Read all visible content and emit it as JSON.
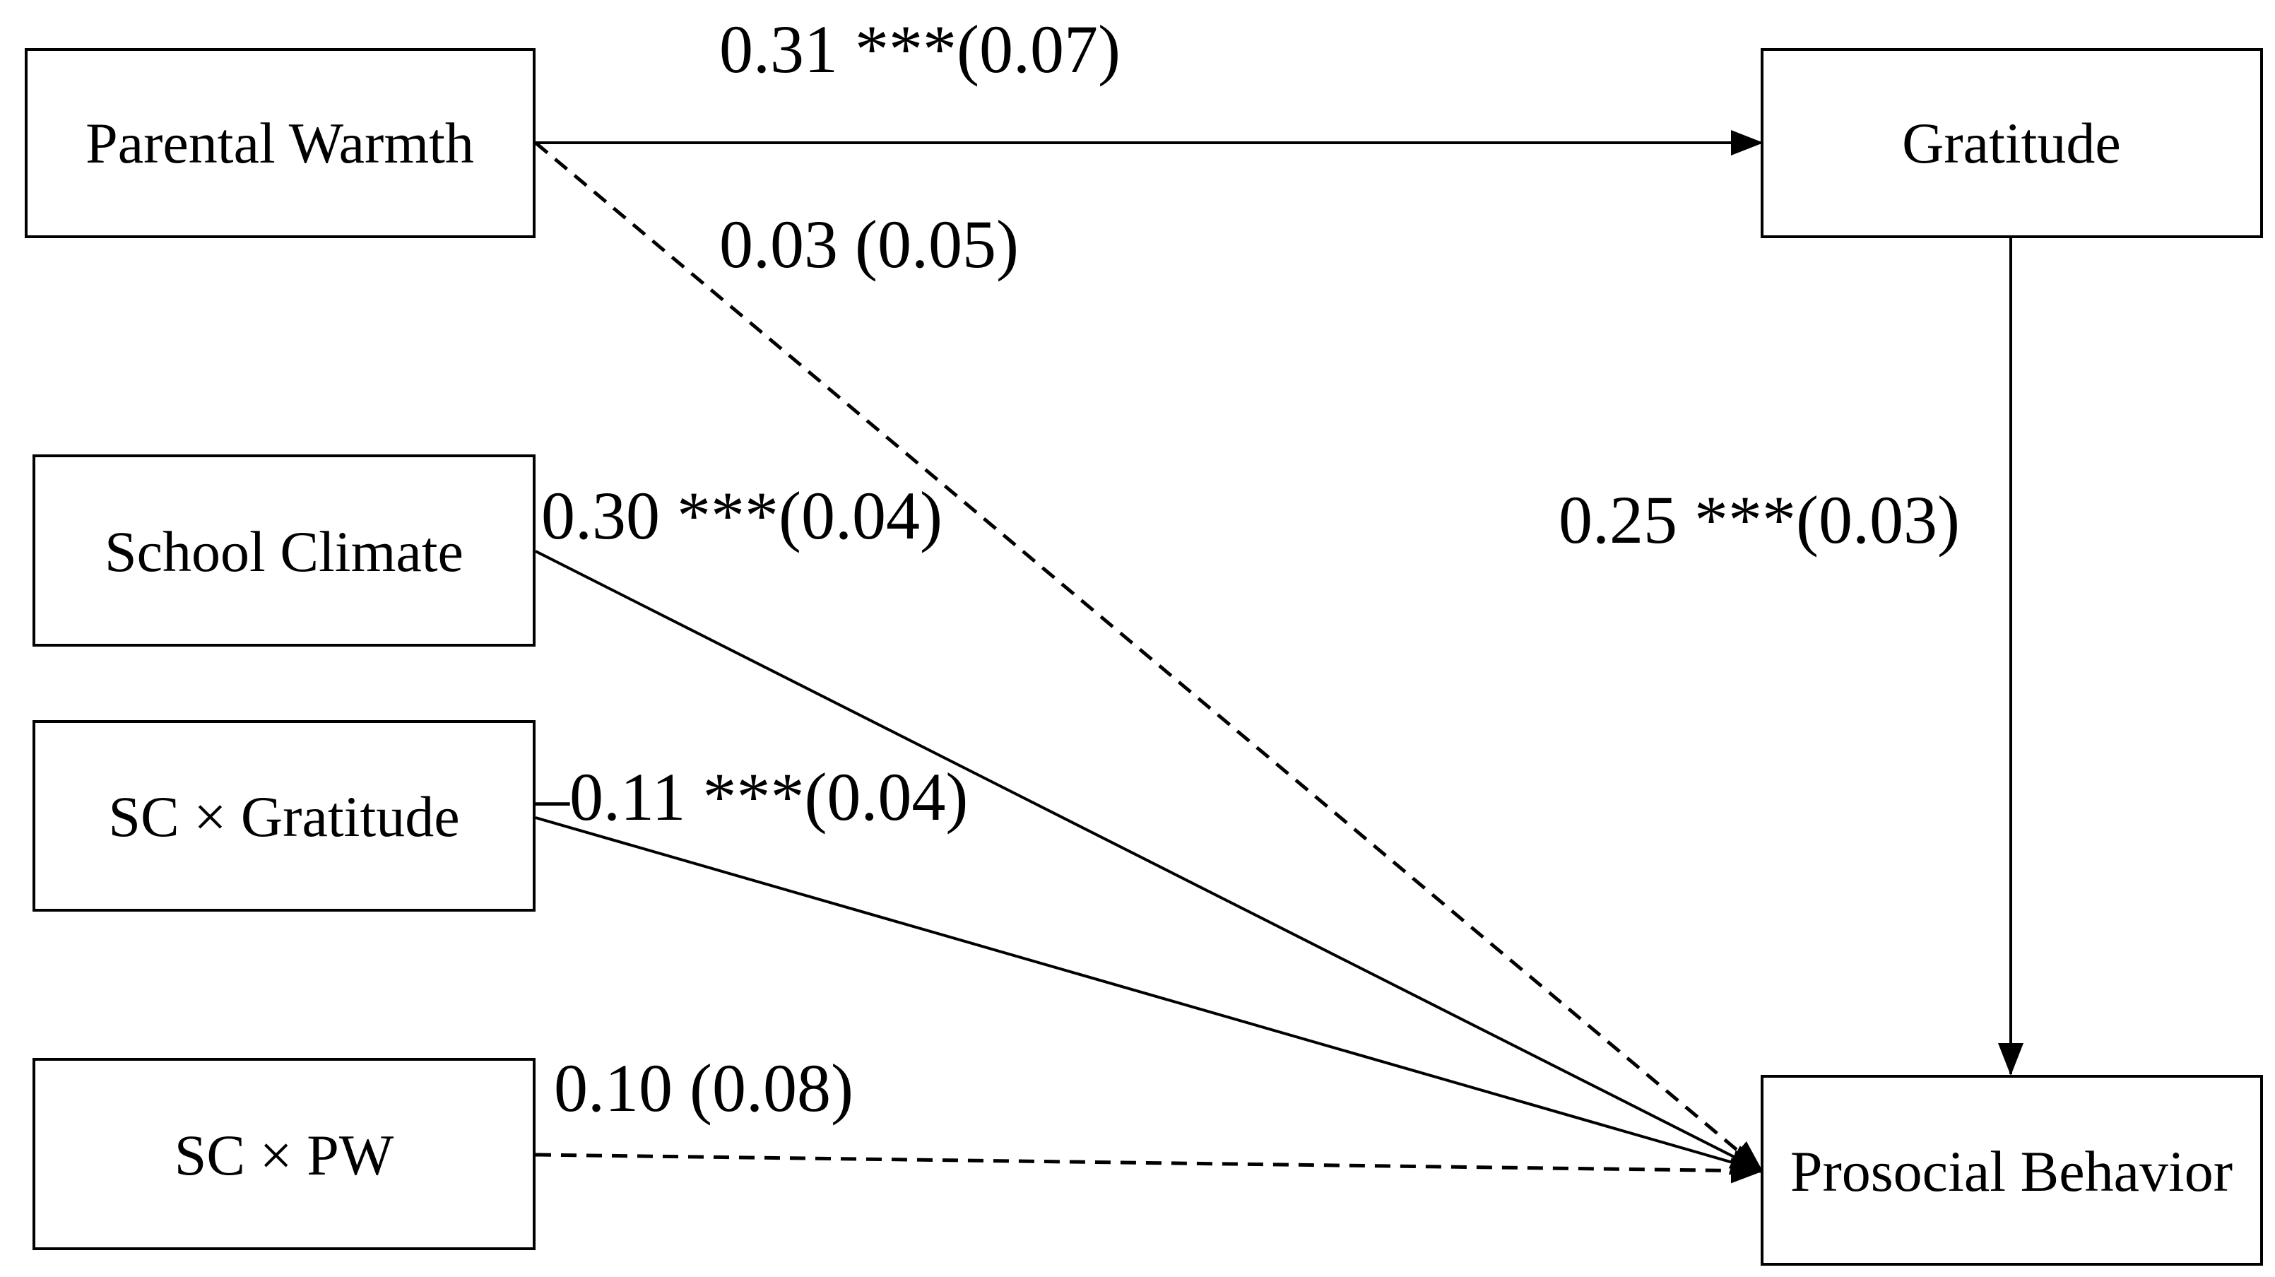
{
  "nodes": {
    "parental_warmth": "Parental Warmth",
    "gratitude": "Gratitude",
    "school_climate": "School Climate",
    "sc_x_gratitude": "SC × Gratitude",
    "sc_x_pw": "SC × PW",
    "prosocial_behavior": "Prosocial Behavior"
  },
  "edges": {
    "pw_to_gratitude": {
      "label": "0.31 ***(0.07)",
      "style": "solid"
    },
    "pw_to_prosocial": {
      "label": "0.03 (0.05)",
      "style": "dashed"
    },
    "sc_to_prosocial": {
      "label": "0.30 ***(0.04)",
      "style": "solid"
    },
    "scxg_to_prosocial": {
      "label": "–0.11 ***(0.04)",
      "style": "solid"
    },
    "scxpw_to_prosocial": {
      "label": "0.10 (0.08)",
      "style": "dashed"
    },
    "gratitude_to_prosocial": {
      "label": "0.25 ***(0.03)",
      "style": "solid"
    }
  },
  "colors": {
    "line": "#000000",
    "background": "#ffffff"
  }
}
